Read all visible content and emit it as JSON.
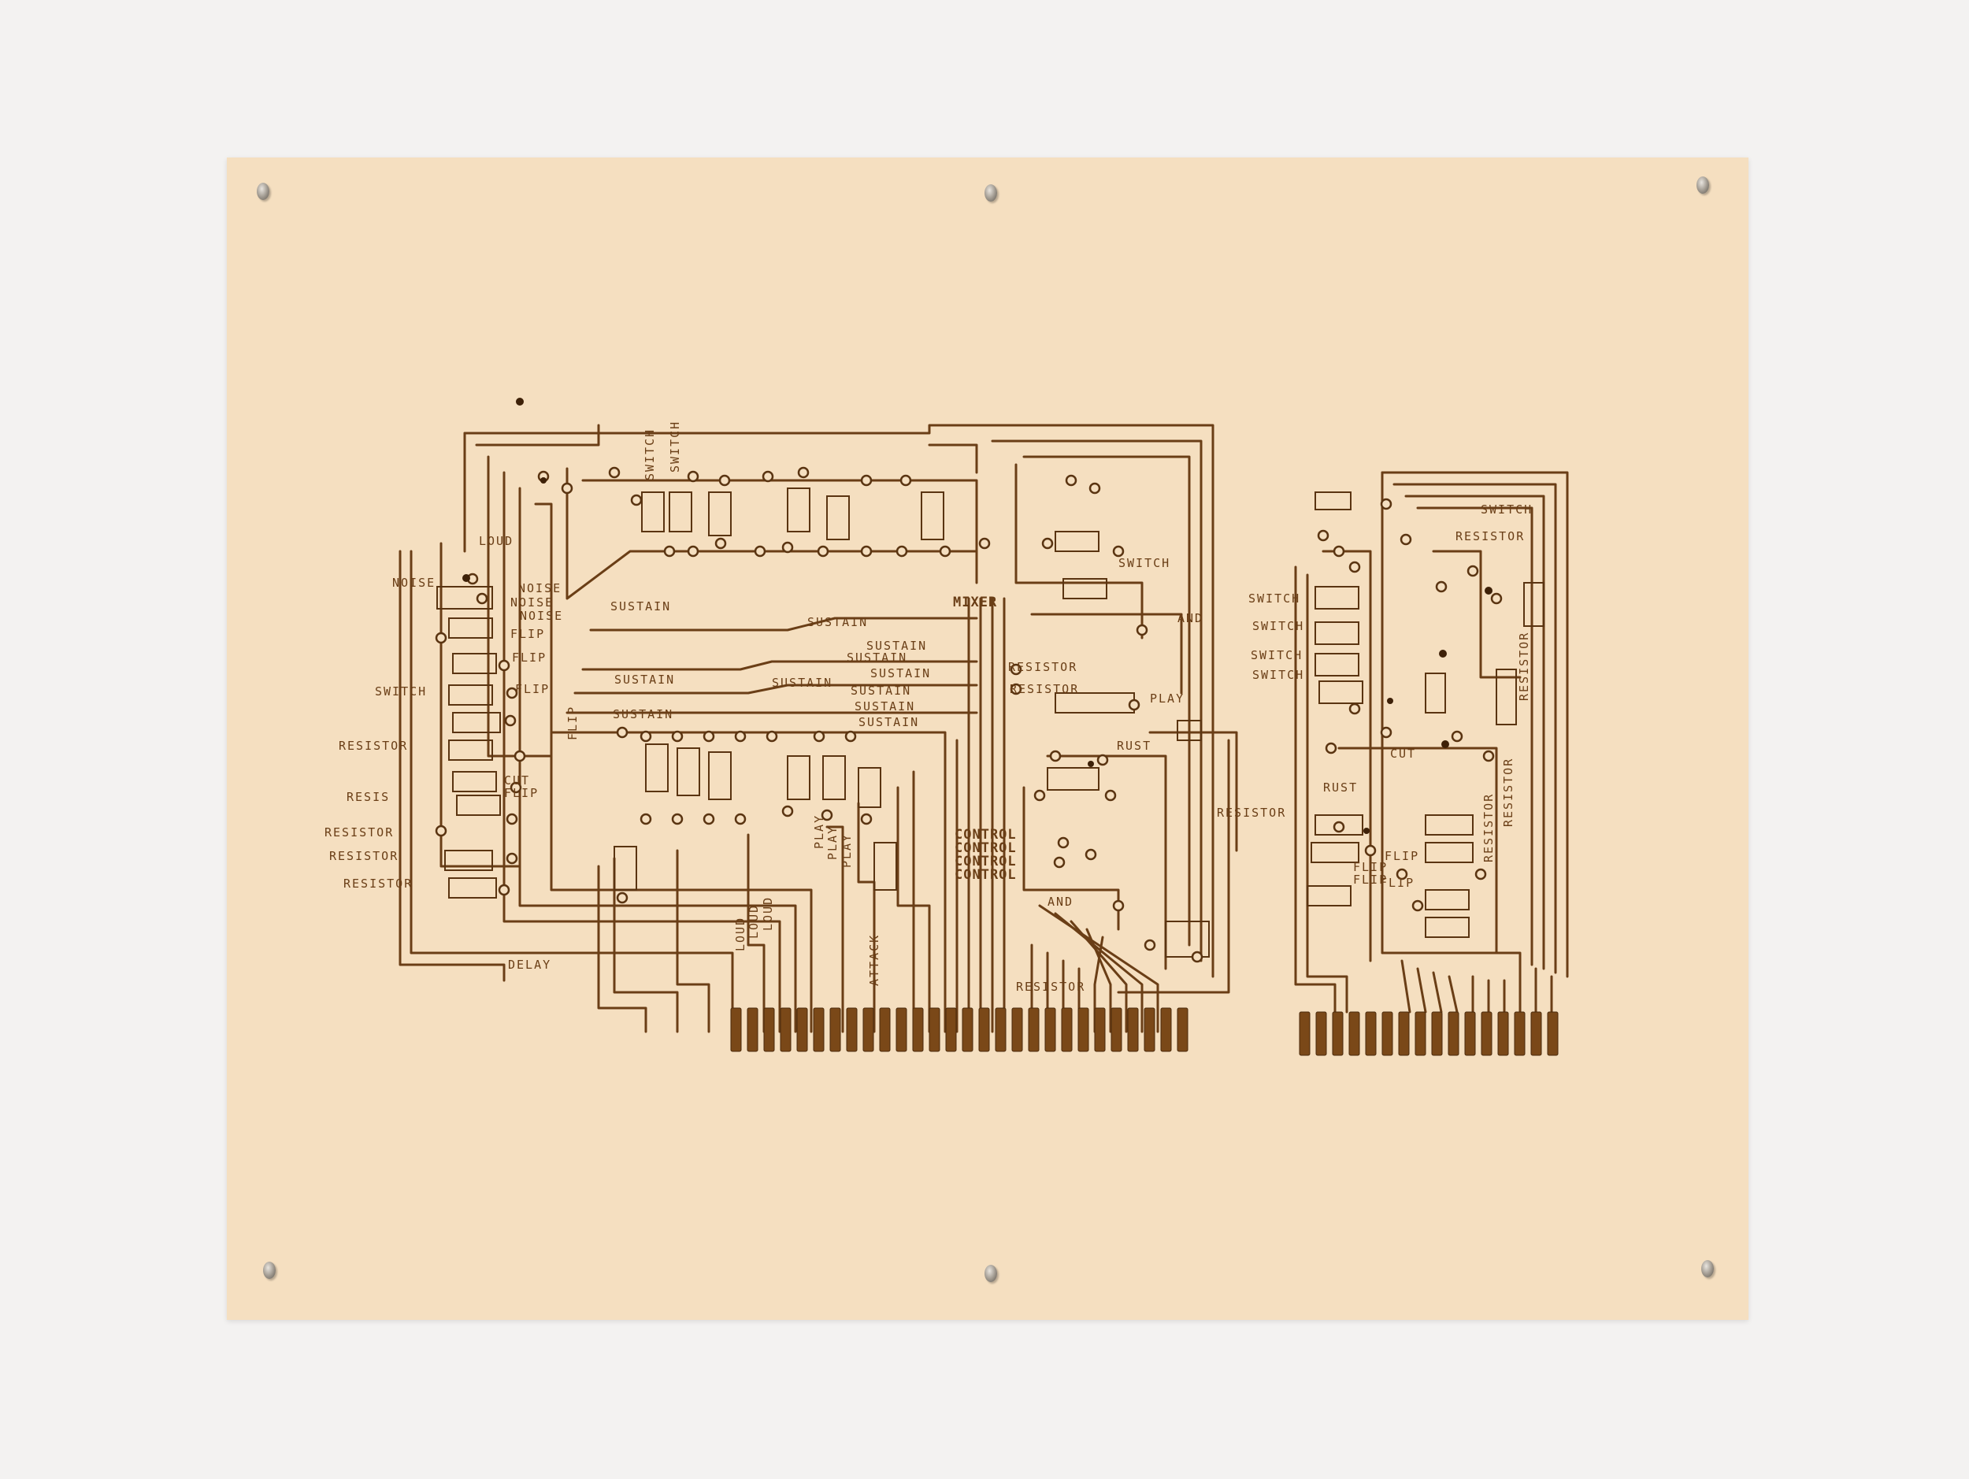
{
  "colors": {
    "wall": "#f3f2f1",
    "paper": "#f5dfc0",
    "ink": "#6a3e16",
    "ink_dark": "#3e2108",
    "pin": "#8e877d"
  },
  "labels": {
    "loud": "LOUD",
    "noise": "NOISE",
    "flip": "FLIP",
    "switch": "SWITCH",
    "resistor": "RESISTOR",
    "resis": "RESIS",
    "delay": "DELAY",
    "sustain": "SUSTAIN",
    "mixer": "MIXER",
    "control": "CONTROL",
    "attack": "ATTACK",
    "play": "PLAY",
    "and": "AND",
    "cut": "CUT",
    "rust": "RUST"
  }
}
